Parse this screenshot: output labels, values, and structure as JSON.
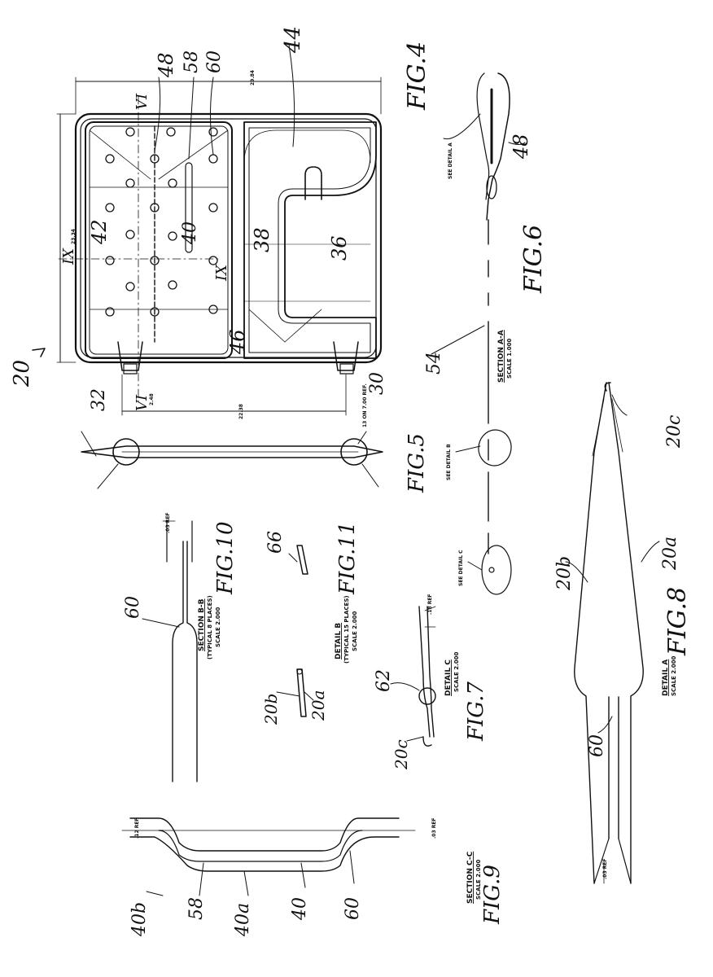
{
  "refs": {
    "r20": "20",
    "r48": "48",
    "r58": "58",
    "r60": "60",
    "r44": "44",
    "r42": "42",
    "r40": "40",
    "r38": "38",
    "r36": "36",
    "r46": "46",
    "r32": "32",
    "r30": "30",
    "r48b": "48",
    "r54": "54",
    "r60b": "60",
    "r66": "66",
    "r20b": "20b",
    "r20a": "20a",
    "r62": "62",
    "r20c": "20c",
    "r20b2": "20b",
    "r20a2": "20a",
    "r60c": "60",
    "r20c2": "20c",
    "r40b": "40b",
    "r58b": "58",
    "r40a": "40a",
    "r40c": "40",
    "r60d": "60"
  },
  "figures": {
    "fig4": "FIG.4",
    "fig5": "FIG.5",
    "fig6": "FIG.6",
    "fig7": "FIG.7",
    "fig8": "FIG.8",
    "fig9": "FIG.9",
    "fig10": "FIG.10",
    "fig11": "FIG.11"
  },
  "section_marks": {
    "vi_top": "VI",
    "vi_bottom": "VI",
    "ix_top": "IX",
    "ix_mid": "IX"
  },
  "captions": {
    "section_aa": "SECTION A-A",
    "section_aa_scale": "SCALE 1.000",
    "see_detail_a": "SEE DETAIL A",
    "see_detail_b": "SEE DETAIL B",
    "see_detail_c": "SEE DETAIL C",
    "section_bb": "SECTION B-B",
    "section_bb_note": "(TYPICAL 8 PLACES)",
    "section_bb_scale": "SCALE 2.000",
    "detail_b": "DETAIL B",
    "detail_b_note": "(TYPICAL 15 PLACES)",
    "detail_b_scale": "SCALE 2.000",
    "detail_c": "DETAIL C",
    "detail_c_scale": "SCALE 2.000",
    "detail_a": "DETAIL A",
    "detail_a_scale": "SCALE 2.000",
    "section_cc": "SECTION C-C",
    "section_cc_scale": "SCALE 2.000"
  },
  "dimensions": {
    "d_top": "29.84",
    "d_left": "23.34",
    "d_bottom": "22.38",
    "d_small": "2.48",
    "d_ref1": "13 ON 7.00 REF.",
    "d_ref_f10": ".03 REF",
    "d_ref_f7": ".18 REF",
    "d_ref_f9a": ".12 REF",
    "d_ref_f9b": ".03 REF",
    "d_ref_f8": ".03 REF"
  }
}
